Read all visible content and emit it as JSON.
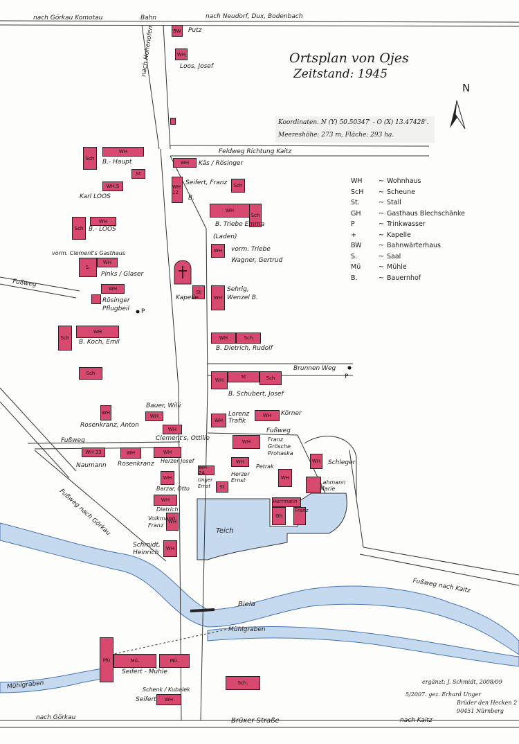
{
  "title": "Ortsplan von Ojes",
  "subtitle": "Zeitstand: 1945",
  "coordinates": "Koordinaten. N (Y) 50.50347' - O (X) 13.47428'.",
  "elevation": "Meereshöhe: 273 m, Fläche: 293 ha.",
  "north_arrow": "N",
  "legend": [
    {
      "abbr": "WH",
      "meaning": "Wohnhaus"
    },
    {
      "abbr": "ScH",
      "meaning": "Scheune"
    },
    {
      "abbr": "St.",
      "meaning": "Stall"
    },
    {
      "abbr": "GH",
      "meaning": "Gasthaus Blechschänke"
    },
    {
      "abbr": "P",
      "meaning": "Trinkwasser"
    },
    {
      "abbr": "+",
      "meaning": "Kapelle"
    },
    {
      "abbr": "BW",
      "meaning": "Bahnwärterhaus"
    },
    {
      "abbr": "S.",
      "meaning": "Saal"
    },
    {
      "abbr": "Mü",
      "meaning": "Mühle"
    },
    {
      "abbr": "B.",
      "meaning": "Bauernhof"
    }
  ],
  "roads": {
    "top_left": "nach Görkau Komotau",
    "top_mid": "Bahn",
    "top_right": "nach Neudorf, Dux, Bodenbach",
    "hohenofen": "nach Hohenofen",
    "feldweg": "Feldweg Richtung Kaitz",
    "fussweg_left": "Fußweg",
    "brunnenweg": "Brunnen Weg",
    "fussweg_mid": "Fußweg",
    "fussweg_right": "Fußweg",
    "fussweg_goerkau": "Fußweg nach Görkau",
    "fussweg_kaitz": "Fußweg nach Kaitz",
    "bottom_left": "nach Görkau",
    "bottom_mid": "Brüxer Straße",
    "bottom_right": "nach Kaitz"
  },
  "water": {
    "river": "Biela",
    "millrace": "Mühlgraben",
    "millrace_left": "Mühlgraben",
    "pond": "Teich"
  },
  "labels": {
    "putz": "Putz",
    "loos_josef": "Loos, Josef",
    "b_haupt": "B.- Haupt",
    "kaes_roesinger": "Käs / Rösinger",
    "karl_loos": "Karl LOOS",
    "seifert_franz": "Seifert, Franz",
    "b_12": "B.",
    "b_loos": "B.- LOOS",
    "b_triebe": "B. Triebe Emma",
    "laden": "(Laden)",
    "clement_gasthaus": "vorm. Clement's Gasthaus",
    "vorm_triebe": "vorm. Triebe",
    "wagner": "Wagner, Gertrud",
    "pinks_glaser": "Pinks / Glaser",
    "kapelle": "Kapelle",
    "roesinger_pflugbeil": "Rösinger Pflugbeil",
    "p1": "P",
    "sehrig": "Sehrig, Wenzel B.",
    "b_koch": "B. Koch, Emil",
    "b_dietrich": "B. Dietrich, Rudolf",
    "p2": "P",
    "b_schubert": "B. Schubert, Josef",
    "bauer_willi": "Bauer, Willi",
    "rosenkranz_anton": "Rosenkranz, Anton",
    "lorenz_trafik": "Lorenz Trafik",
    "koerner": "Körner",
    "clement_ottilie": "Clement's, Ottilie",
    "franz_groesche": "Franz Grösche Prohaska",
    "naumann": "Naumann",
    "rosenkranz": "Rosenkranz",
    "herzer_josef": "Herzer Josef",
    "herzer_ernst": "Herzer Ernst",
    "petrak": "Petrak",
    "schleger": "Schleger",
    "unger_ernst": "Unger Ernst",
    "barzar_otto": "Barzar, Otto",
    "lahmann_marie": "Lahmann Marie",
    "dietrich": "Dietrich",
    "volkmann_franz": "Volkmann Franz",
    "schmidt_heinrich": "Schmidt, Heinrich",
    "herrmann": "Herrmann",
    "franz": "Franz",
    "seifert_muehle": "Seifert - Mühle",
    "schenk_kubalek": "Schenk / Kubalek",
    "seifert": "Seifert",
    "ergaenzt": "ergänzt: J. Schmidt, 2008/09",
    "credit1": "5/2007. gez. Erhard Unger",
    "credit2": "Brüder den Hecken 2",
    "credit3": "90451 Nürnberg"
  },
  "buildings": {
    "bw": "BW",
    "wh": "WH",
    "sch": "Sch",
    "st": "St",
    "wh_s": "WH.S",
    "wh_12": "WH 12",
    "s": "S.",
    "mue": "Mü",
    "mue2": "Mü.",
    "gh": "Gh",
    "wh_33": "WH 33",
    "wh_24": "WH 24",
    "sch2": "Sch."
  }
}
